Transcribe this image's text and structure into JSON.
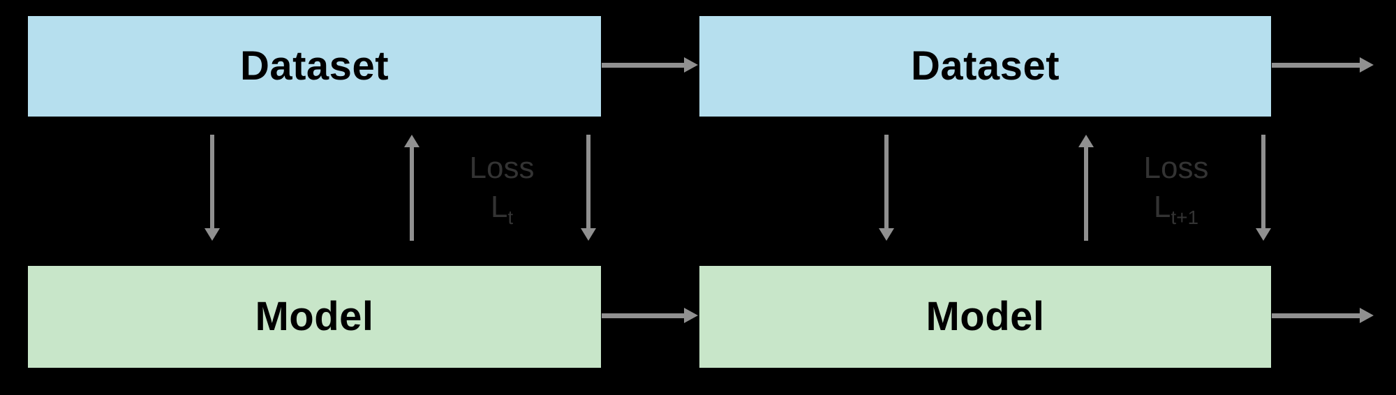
{
  "diagram": {
    "description": "Two-step training loop diagram: Dataset feeds Model, Model feeds back a loss to Dataset, repeated over time steps t and t+1",
    "background": "#000000",
    "colors": {
      "bg": "#000000",
      "dataset_fill": "#b6dfee",
      "model_fill": "#c8e6c9",
      "arrow_color": "#909090",
      "loss_color": "#333333",
      "box_text": "#000000"
    },
    "groups": [
      {
        "dataset_label": "Dataset",
        "model_label": "Model",
        "loss_word": "Loss",
        "loss_symbol": "L",
        "loss_subscript": "t"
      },
      {
        "dataset_label": "Dataset",
        "model_label": "Model",
        "loss_word": "Loss",
        "loss_symbol": "L",
        "loss_subscript": "t+1"
      }
    ]
  }
}
